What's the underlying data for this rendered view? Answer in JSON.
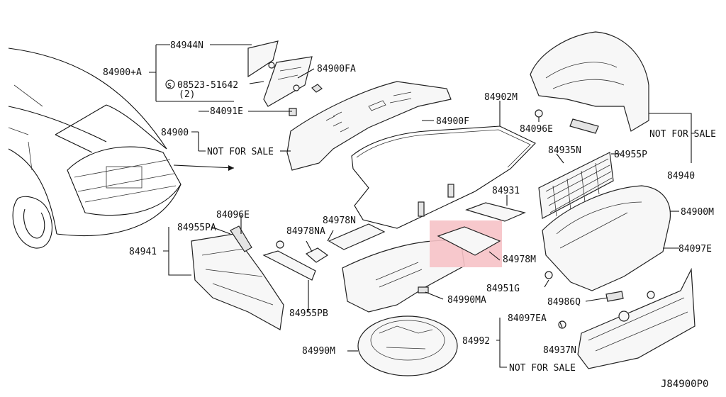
{
  "diagram_code": "J84900P0",
  "callouts": {
    "p84944N": "84944N",
    "p84900A": "84900+A",
    "p08523": "08523-51642",
    "qty2": "(2)",
    "p84900FA": "84900FA",
    "p84091E": "84091E",
    "p84900": "84900",
    "nfs1": "NOT FOR SALE",
    "p84900F": "84900F",
    "p84902M": "84902M",
    "p84096E_r": "84096E",
    "nfs2": "NOT FOR SALE",
    "p84955P": "84955P",
    "p84940": "84940",
    "p84935N": "84935N",
    "p84931": "84931",
    "p84900M": "84900M",
    "p84096E_l": "84096E",
    "p84955PA": "84955PA",
    "p84978N": "84978N",
    "p84978NA": "84978NA",
    "p84941": "84941",
    "p84978M": "84978M",
    "p84097E": "84097E",
    "p84951G": "84951G",
    "p84986Q": "84986Q",
    "p84955PB": "84955PB",
    "p84990MA": "84990MA",
    "p84097EA": "84097EA",
    "p84992": "84992",
    "p84937N": "84937N",
    "p84990M": "84990M",
    "nfs3": "NOT FOR SALE"
  },
  "highlight_color": "#f6c2c6",
  "screw_symbol": "S"
}
